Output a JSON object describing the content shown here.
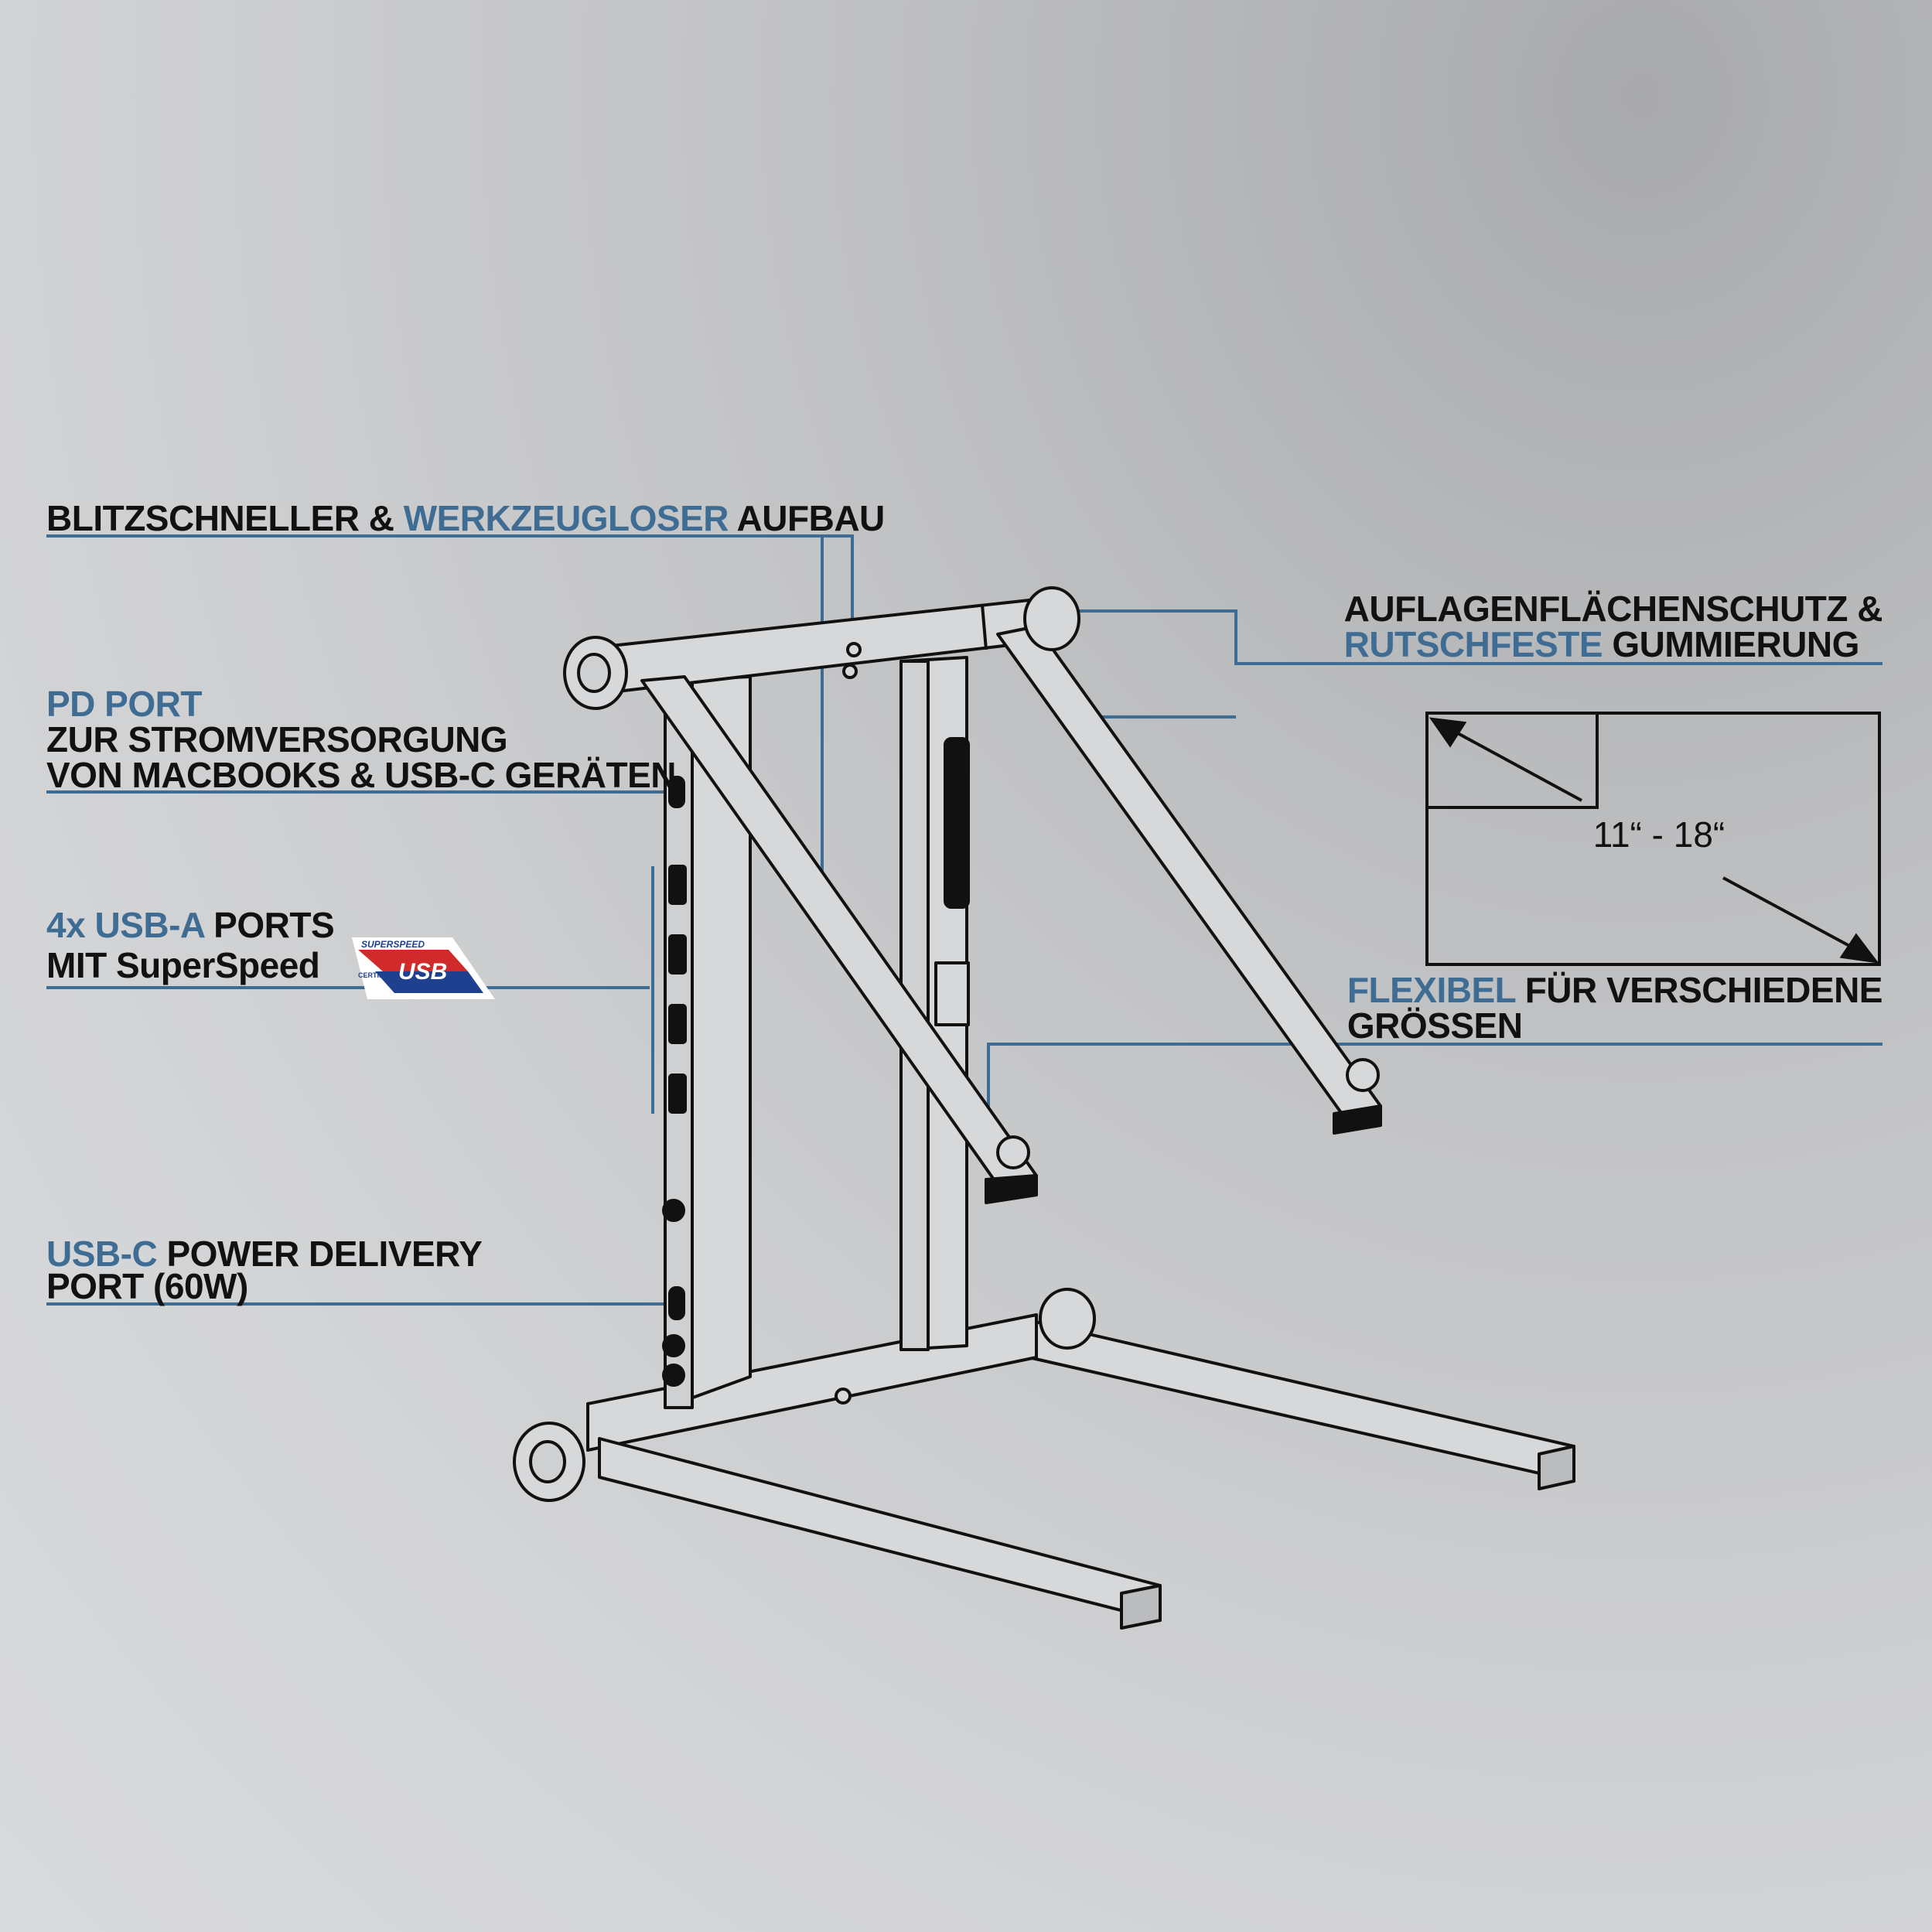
{
  "captions": {
    "setup": {
      "part1": "BLITZSCHNELLER & ",
      "part2": "WERKZEUGLOSER",
      "part3": " AUFBAU"
    },
    "pd_port": {
      "line1": "PD PORT",
      "line2": "ZUR STROMVERSORGUNG",
      "line3": "VON MACBOOKS & USB-C GERÄTEN"
    },
    "usb_a": {
      "part1": "4x USB-A",
      "part2": " PORTS",
      "line2": "MIT SuperSpeed"
    },
    "usb_c": {
      "part1": "USB-C",
      "part2": " POWER DELIVERY",
      "line2": "PORT (60W)"
    },
    "surface": {
      "line1": "AUFLAGENFLÄCHENSCHUTZ &",
      "part1": "RUTSCHFESTE",
      "part2": " GUMMIERUNG"
    },
    "flexible": {
      "part1": "FLEXIBEL",
      "part2": " FÜR VERSCHIEDENE",
      "line2": "GRÖSSEN"
    }
  },
  "size_diagram": {
    "label": "11“ - 18“"
  },
  "usb_logo": {
    "superspeed": "SUPERSPEED",
    "certified": "CERTIFIED",
    "usb": "USB",
    "colors": {
      "red": "#d12a2a",
      "blue": "#1f3f8f",
      "white": "#ffffff"
    }
  },
  "colors": {
    "accent_blue": "#3f6c93",
    "text": "#111111",
    "leader_line": "#3f6c93"
  }
}
